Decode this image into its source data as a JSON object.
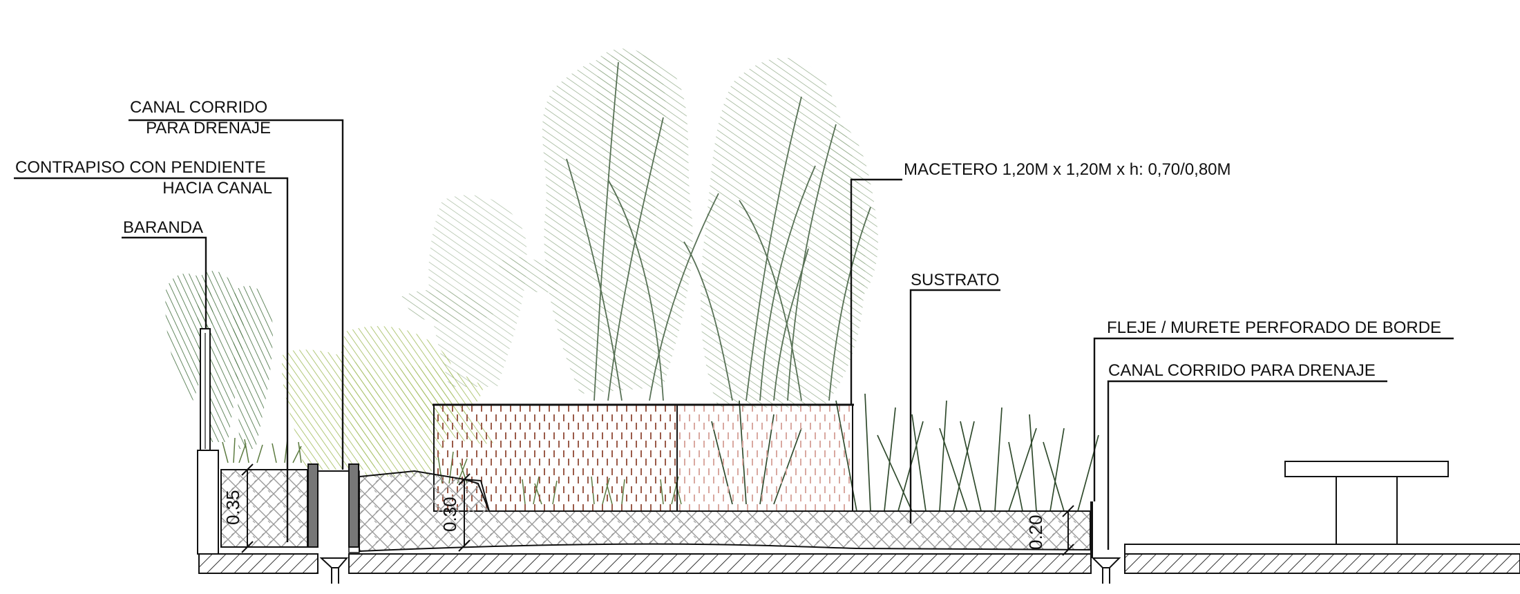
{
  "labels": {
    "canal_left_line1": "CANAL CORRIDO",
    "canal_left_line2": "PARA DRENAJE",
    "contrapiso_line1": "CONTRAPISO CON PENDIENTE",
    "contrapiso_line2": "HACIA CANAL",
    "baranda": "BARANDA",
    "macetero": "MACETERO 1,20M x 1,20M x h: 0,70/0,80M",
    "sustrato": "SUSTRATO",
    "fleje": "FLEJE / MURETE PERFORADO DE BORDE",
    "canal_right": "CANAL CORRIDO PARA DRENAJE"
  },
  "dimensions": {
    "left": "0.35",
    "middle": "0.30",
    "right": "0.20"
  },
  "colors": {
    "ink": "#111111",
    "foliage_dark": "#5f7f57",
    "foliage_light": "#a9c26a",
    "grass": "#3d5a3a",
    "planter": "#9a5a48",
    "soil_hatch": "#9a9a9a",
    "slab_hatch": "#333333"
  }
}
